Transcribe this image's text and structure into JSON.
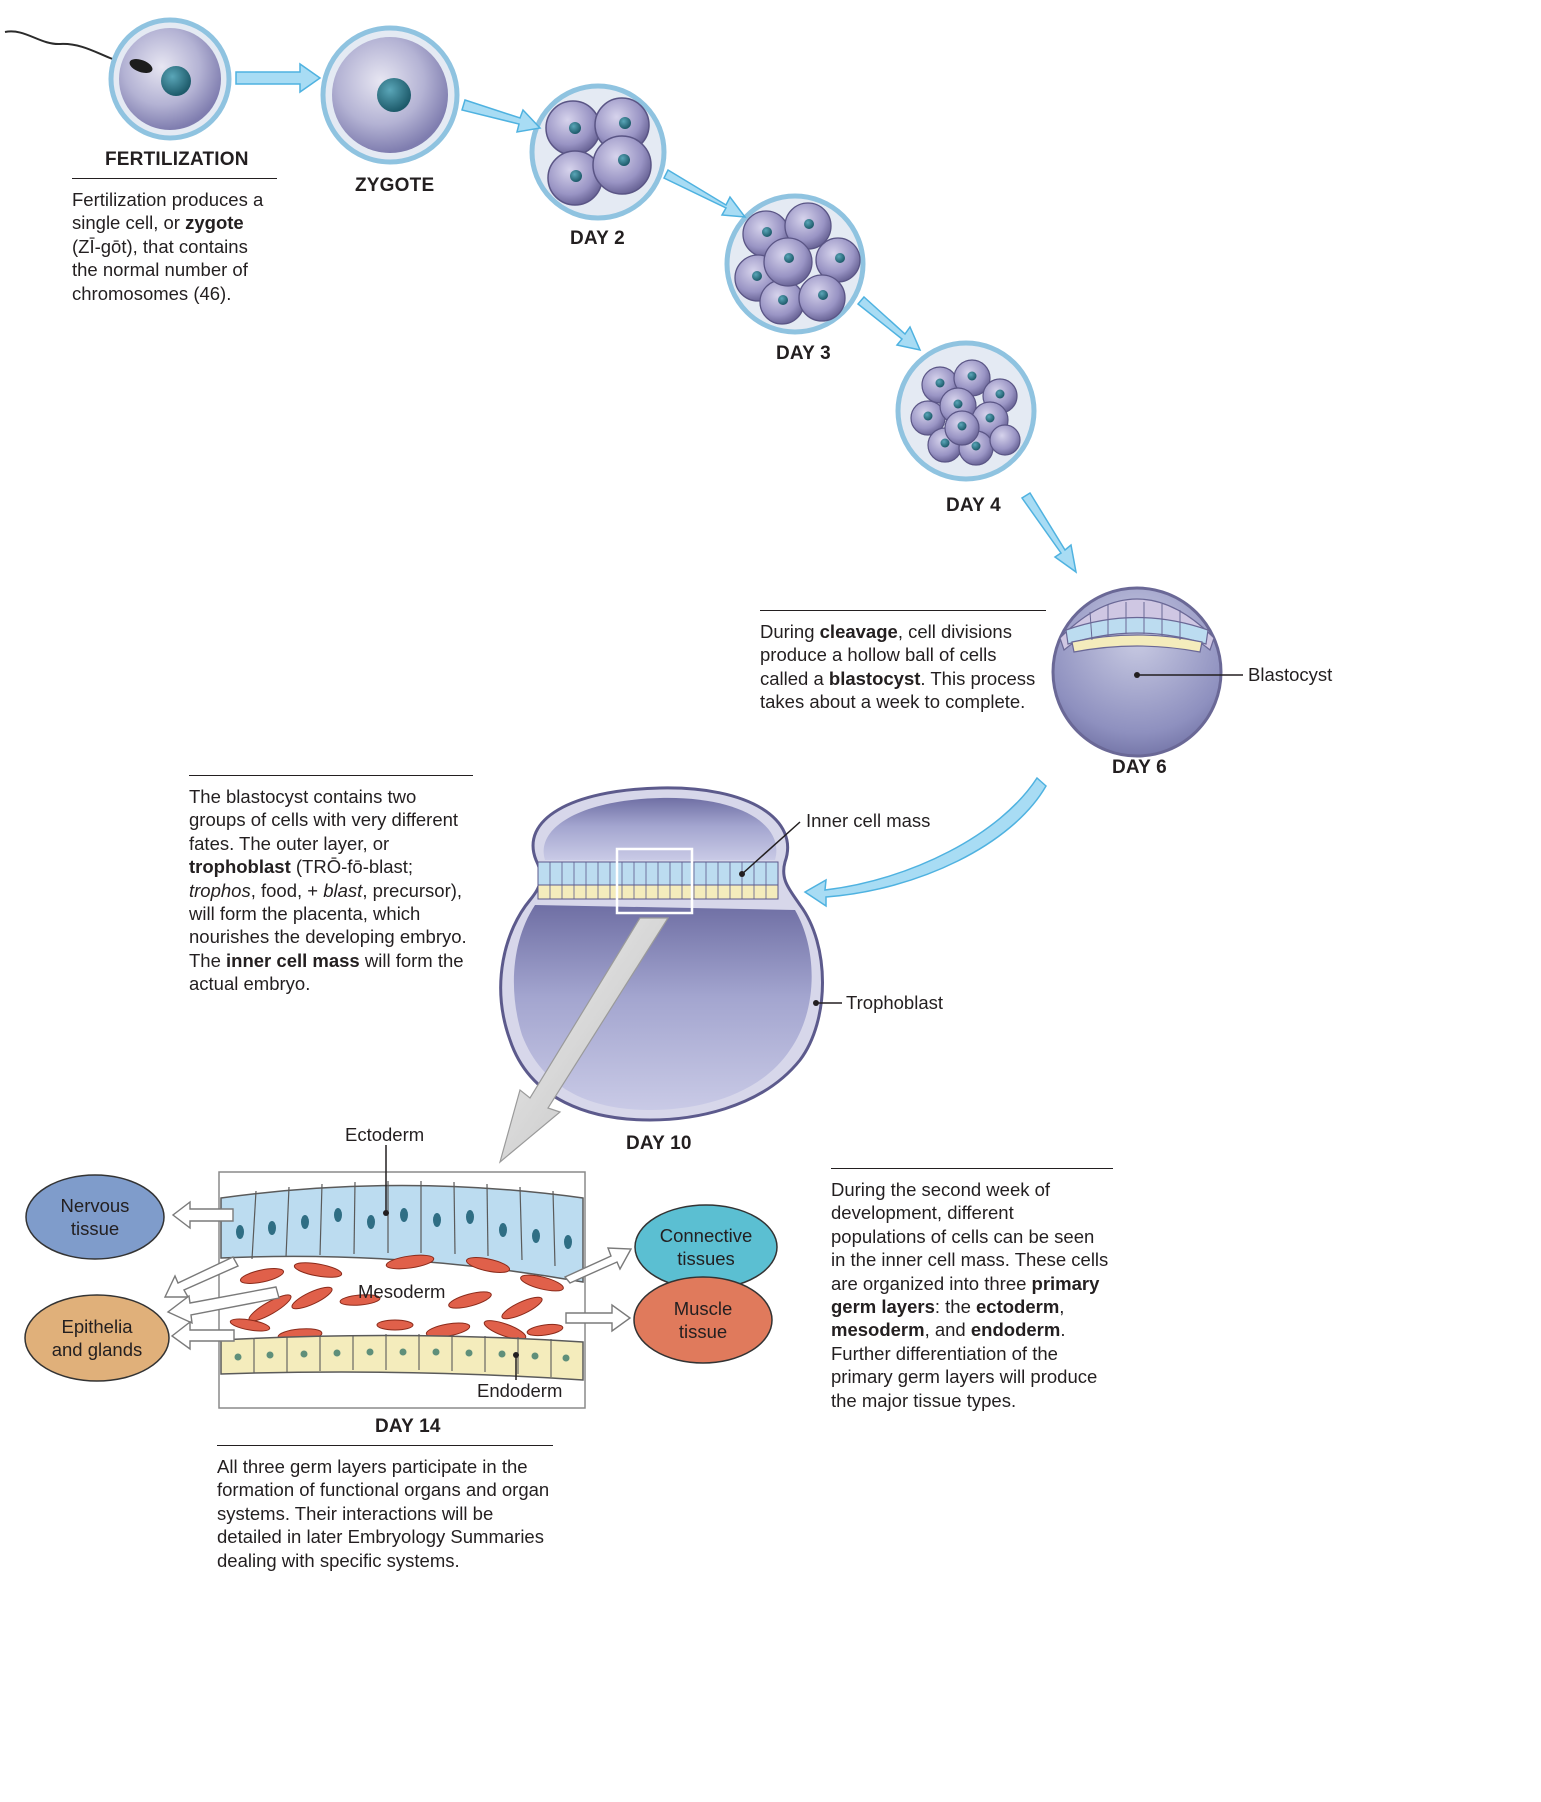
{
  "stages": {
    "fertilization": "FERTILIZATION",
    "zygote": "ZYGOTE",
    "day2": "DAY 2",
    "day3": "DAY 3",
    "day4": "DAY 4",
    "day6": "DAY 6",
    "day10": "DAY 10",
    "day14": "DAY 14"
  },
  "captions": {
    "fertilization": {
      "p1": "Fertilization produces a single cell, or ",
      "b1": "zygote",
      "p2": " (ZĪ-gōt), that contains the normal number of chromosomes (46)."
    },
    "cleavage": {
      "p1": "During ",
      "b1": "cleavage",
      "p2": ", cell divisions produce a hollow ball of cells called a ",
      "b2": "blastocyst",
      "p3": ". This process takes about a week to complete."
    },
    "blastocyst": {
      "p1": "The blastocyst contains two groups of cells with very different fates. The outer layer, or ",
      "b1": "trophoblast",
      "p2": " (TRŌ-fō-blast; ",
      "i1": "trophos",
      "p3": ", food, + ",
      "i2": "blast",
      "p4": ", precursor), will form the placenta, which nourishes the developing embryo. The ",
      "b2": "inner cell mass",
      "p5": " will form the actual embryo."
    },
    "second_week": {
      "p1": "During the second week of development, different populations of cells can be seen in the inner cell mass. These cells are organized into three ",
      "b1": "primary germ layers",
      "p2": ": the ",
      "b2": "ectoderm",
      "p3": ", ",
      "b3": "mesoderm",
      "p4": ", and ",
      "b4": "endoderm",
      "p5": ". Further differentiation of the primary germ layers will produce the major tissue types."
    },
    "day14": {
      "p1": "All three germ layers participate in the formation of functional organs and organ systems. Their interactions will be detailed in later Embryology Summaries dealing with specific systems."
    }
  },
  "labels": {
    "blastocyst": "Blastocyst",
    "inner_cell_mass": "Inner cell mass",
    "trophoblast": "Trophoblast",
    "ectoderm": "Ectoderm",
    "mesoderm": "Mesoderm",
    "endoderm": "Endoderm"
  },
  "tissues": {
    "nervous": [
      "Nervous",
      "tissue"
    ],
    "epithelia": [
      "Epithelia",
      "and glands"
    ],
    "connective": [
      "Connective",
      "tissues"
    ],
    "muscle": [
      "Muscle",
      "tissue"
    ]
  },
  "colors": {
    "arrow": "#a8dcf4",
    "arrow_stroke": "#4fb2e0",
    "cell_lavender": "#8a85b8",
    "ectoderm": "#bcdcf0",
    "endoderm": "#f4ecbc",
    "mesoderm": "#e0604a",
    "nervous": "#7f9ccb",
    "epithelia": "#e0b07a",
    "connective": "#5bbfd2",
    "muscle": "#e07a5c"
  },
  "icons": [
    "sperm-icon",
    "arrow-icon",
    "blastocyst-illustration",
    "embryo-illustration",
    "germ-layer-inset"
  ]
}
